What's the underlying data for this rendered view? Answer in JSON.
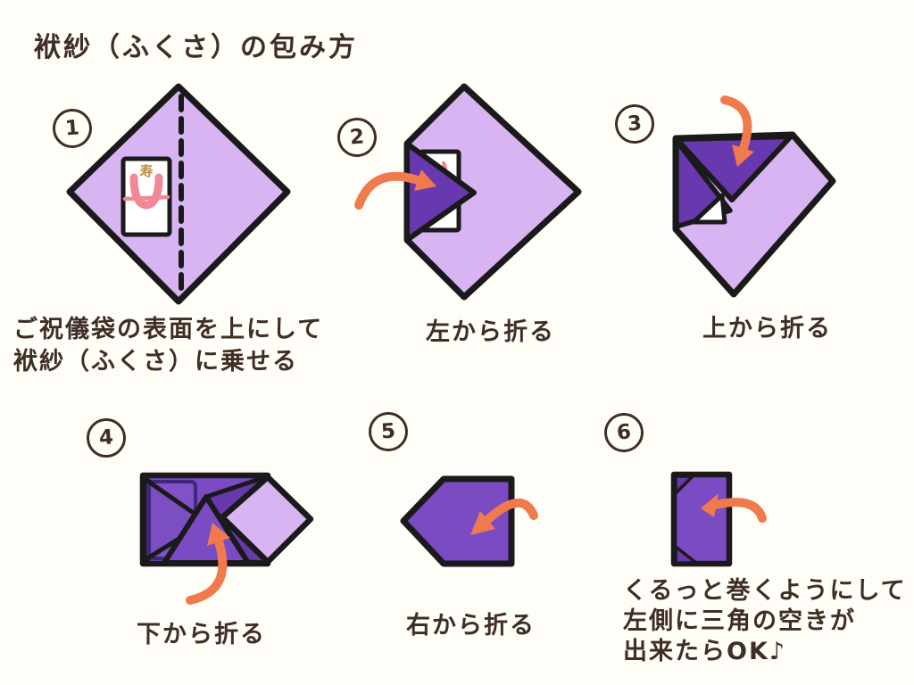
{
  "title": "袱紗（ふくさ）の包み方",
  "envelope": {
    "kanji": "寿"
  },
  "colors": {
    "cloth_light": "#d8b4f2",
    "cloth_medium": "#7b4bc4",
    "cloth_dark": "#6838ae",
    "outline": "#1a1a1a",
    "arrow_orange": "#ef7a4e",
    "ribbon_pink": "#f28795",
    "kanji_gold": "#bd8b3e",
    "text_brown": "#3f2e24",
    "background": "#fffdf8"
  },
  "steps": [
    {
      "number": "1",
      "lines": [
        "ご祝儀袋の表面を上にして",
        "袱紗（ふくさ）に乗せる"
      ]
    },
    {
      "number": "2",
      "lines": [
        "左から折る"
      ]
    },
    {
      "number": "3",
      "lines": [
        "上から折る"
      ]
    },
    {
      "number": "4",
      "lines": [
        "下から折る"
      ]
    },
    {
      "number": "5",
      "lines": [
        "右から折る"
      ]
    },
    {
      "number": "6",
      "lines": [
        "くるっと巻くようにして",
        "左側に三角の空きが",
        "出来たらOK♪"
      ]
    }
  ]
}
